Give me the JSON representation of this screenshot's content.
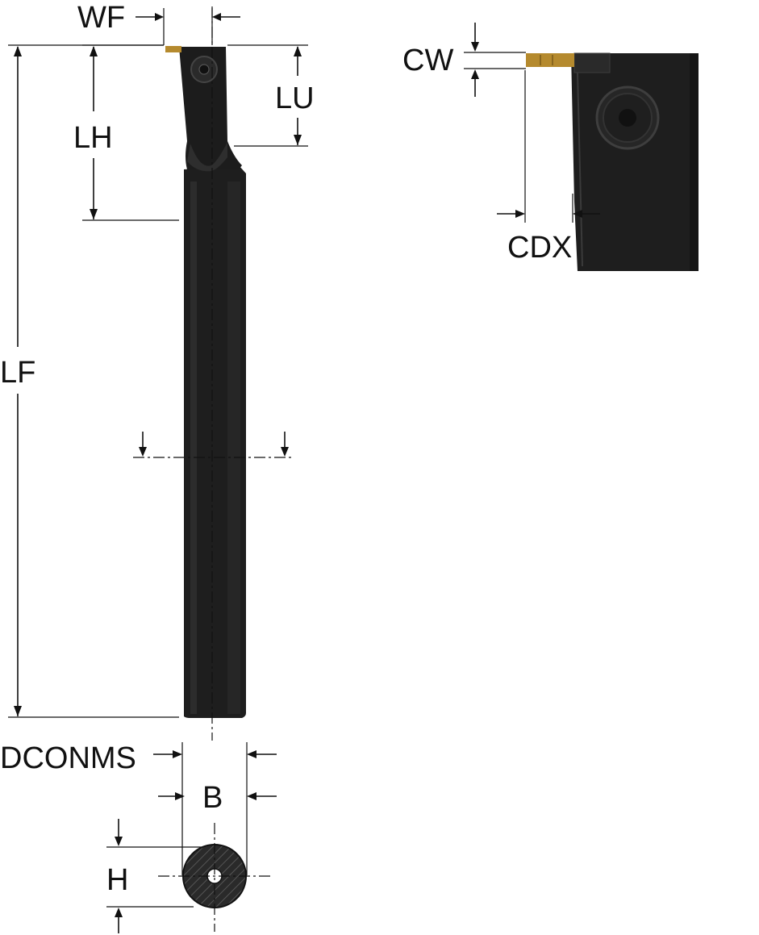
{
  "labels": {
    "wf": "WF",
    "lu": "LU",
    "lh": "LH",
    "lf": "LF",
    "cw": "CW",
    "cdx": "CDX",
    "dconms": "DCONMS",
    "b": "B",
    "h": "H"
  },
  "colors": {
    "body": "#1c1c1c",
    "body_light": "#2b2b2b",
    "insert": "#b58a2e",
    "line": "#111111",
    "background": "#ffffff"
  }
}
